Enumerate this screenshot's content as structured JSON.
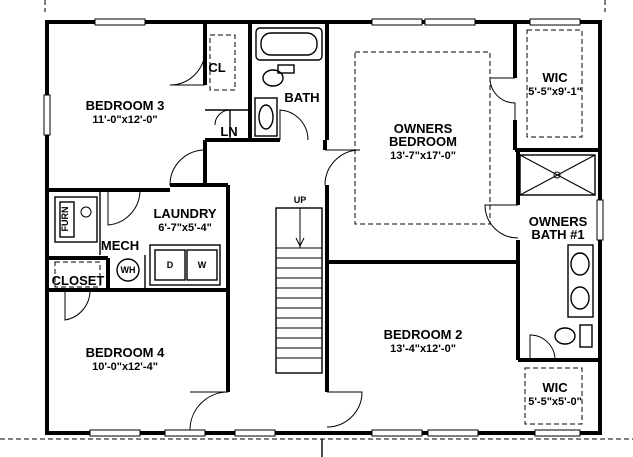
{
  "rooms": {
    "bedroom3": {
      "name": "BEDROOM 3",
      "dims": "11'-0\"x12'-0\""
    },
    "closet_small": {
      "name": "CL"
    },
    "bath": {
      "name": "BATH"
    },
    "linen": {
      "name": "LN"
    },
    "owners_bedroom": {
      "line1": "OWNERS",
      "line2": "BEDROOM",
      "dims": "13'-7\"x17'-0\""
    },
    "wic_top": {
      "name": "WIC",
      "dims": "5'-5\"x9'-1\""
    },
    "laundry": {
      "name": "LAUNDRY",
      "dims": "6'-7\"x5'-4\""
    },
    "furnace": {
      "name": "FURN"
    },
    "mech": {
      "name": "MECH"
    },
    "water_heater": {
      "name": "WH"
    },
    "dryer": {
      "name": "D"
    },
    "washer": {
      "name": "W"
    },
    "closet": {
      "name": "CLOSET"
    },
    "stairs": {
      "label": "UP"
    },
    "owners_bath": {
      "line1": "OWNERS",
      "line2": "BATH #1"
    },
    "bedroom2": {
      "name": "BEDROOM 2",
      "dims": "13'-4\"x12'-0\""
    },
    "bedroom4": {
      "name": "BEDROOM 4",
      "dims": "10'-0\"x12'-4\""
    },
    "wic_bottom": {
      "name": "WIC",
      "dims": "5'-5\"x5'-0\""
    }
  }
}
